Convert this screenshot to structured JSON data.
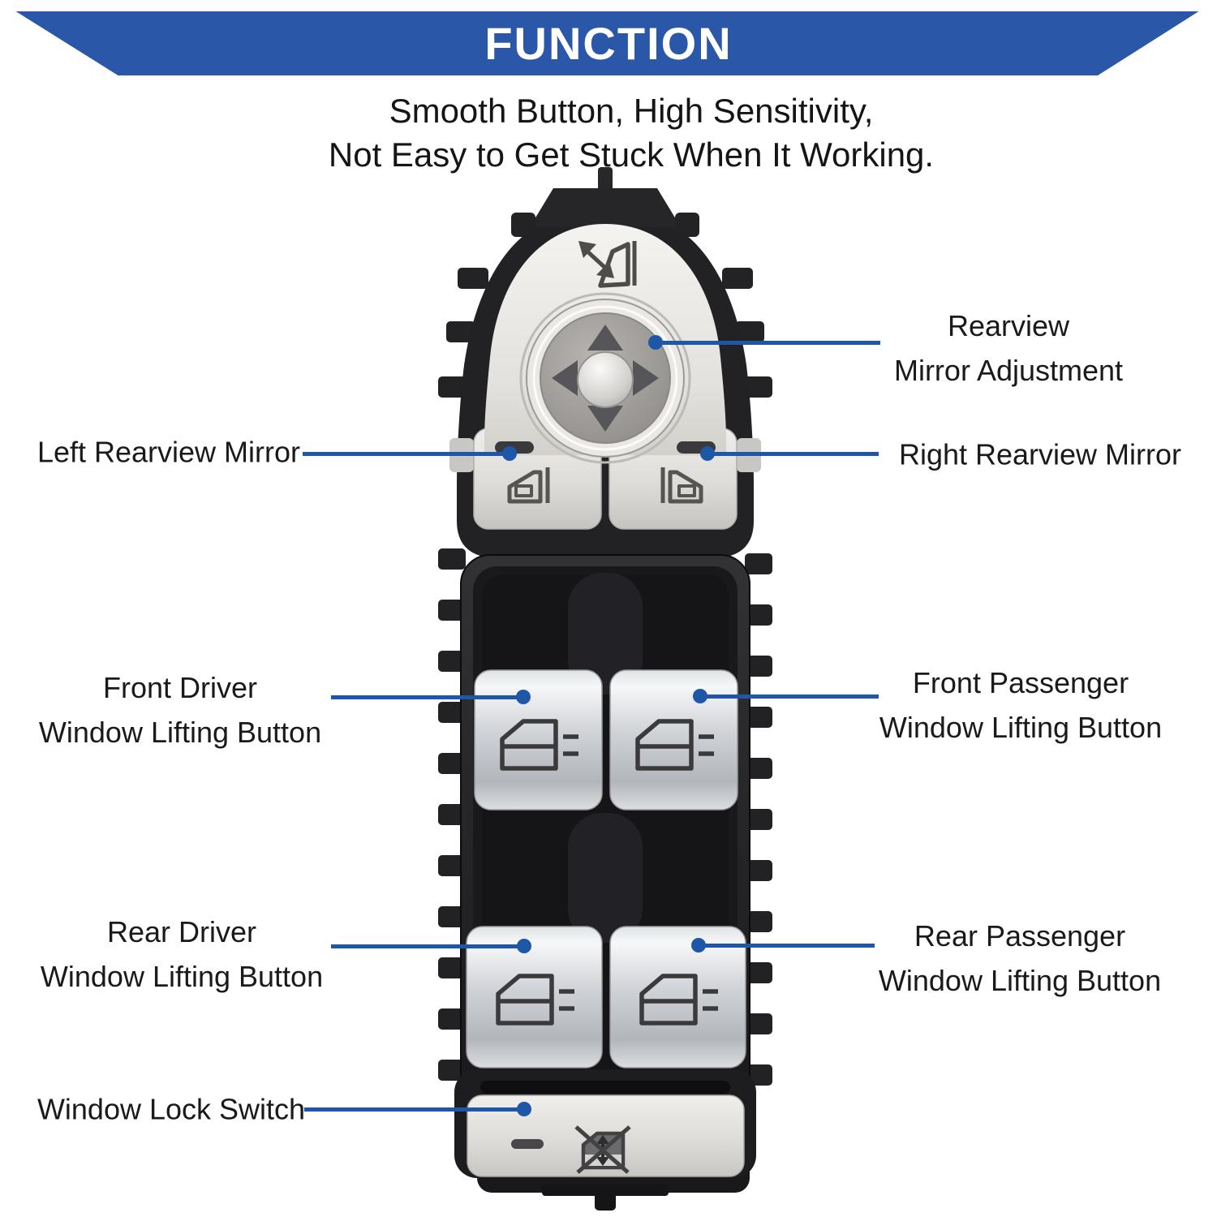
{
  "banner": {
    "title": "FUNCTION",
    "bg_color": "#2a57a8",
    "text_color": "#ffffff"
  },
  "subtitle": {
    "line1": "Smooth Button, High Sensitivity,",
    "line2": "Not Easy to Get Stuck When It Working."
  },
  "accent": {
    "callout_color": "#1f57a8"
  },
  "callouts": {
    "rearview_adjustment": {
      "lines": [
        "Rearview",
        "Mirror Adjustment"
      ],
      "side": "right"
    },
    "left_mirror": {
      "lines": [
        "Left Rearview Mirror"
      ],
      "side": "left"
    },
    "right_mirror": {
      "lines": [
        "Right Rearview Mirror"
      ],
      "side": "right"
    },
    "front_driver": {
      "lines": [
        "Front Driver",
        "Window Lifting Button"
      ],
      "side": "left"
    },
    "front_passenger": {
      "lines": [
        "Front Passenger",
        "Window Lifting Button"
      ],
      "side": "right"
    },
    "rear_driver": {
      "lines": [
        "Rear Driver",
        "Window Lifting Button"
      ],
      "side": "left"
    },
    "rear_passenger": {
      "lines": [
        "Rear Passenger",
        "Window Lifting Button"
      ],
      "side": "right"
    },
    "window_lock": {
      "lines": [
        "Window Lock Switch"
      ],
      "side": "left"
    }
  },
  "product": {
    "kind": "master power window switch photo",
    "body_color": "#1c1c1e",
    "button_color": "silver-chrome",
    "icons": [
      "mirror-fold-icon",
      "joystick-up-arrow-icon",
      "joystick-down-arrow-icon",
      "joystick-left-arrow-icon",
      "joystick-right-arrow-icon",
      "left-mirror-select-icon",
      "right-mirror-select-icon",
      "window-lift-icon",
      "lock-dash-indicator",
      "window-lock-icon"
    ]
  }
}
